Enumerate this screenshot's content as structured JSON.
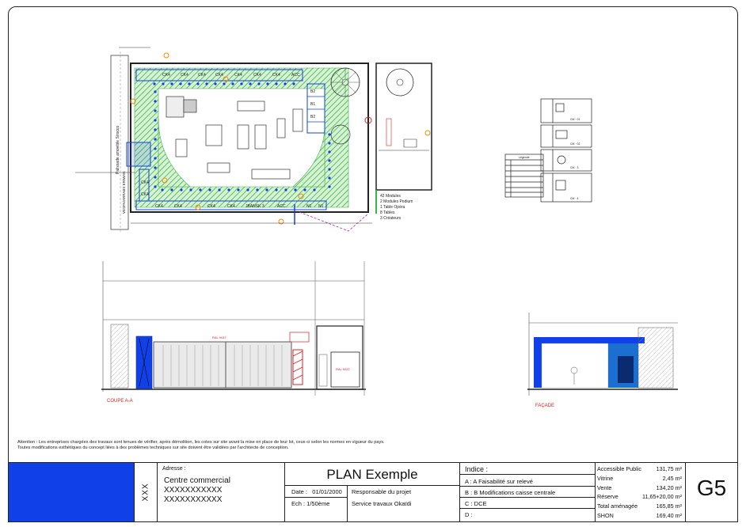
{
  "plan": {
    "zones_top": [
      "CK4",
      "CK4",
      "CK4",
      "CK4",
      "CK4",
      "CK4",
      "CK4",
      "ACC"
    ],
    "zones_bottom": [
      "CK4",
      "CK4",
      "CK4",
      "CK4",
      "JBANSK 3",
      "ACC",
      "N1",
      "N1"
    ],
    "zones_right": [
      "B2",
      "B1",
      "B2"
    ],
    "zones_left": [
      "CK4",
      "CK4"
    ],
    "left_label_1": "Palissade amovible Sirocco",
    "left_label_2": "VESPA/ARRABS ERIWAN",
    "legend": [
      "42 Modules",
      "2 Modules Podium",
      "1 Table Opéra",
      "8 Tables",
      "3 Créateurs"
    ]
  },
  "details": {
    "labels": [
      "CM · 01",
      "CM · 02",
      "CM · 3",
      "CM · 4"
    ],
    "table_header": "Légende"
  },
  "section_left": {
    "caption": "COUPE A-A",
    "ral_1": "RAL 9047",
    "ral_2": "RAL 9022"
  },
  "section_right": {
    "caption": "FAÇADE"
  },
  "note": {
    "line1": "Attention : Les entreprises chargées des travaux sont tenues de vérifier, après démolition, les cotes sur site avant la mise en place de leur lot, ceux-ci selon les normes en vigueur du pays.",
    "line2": "Toutes modifications esthétiques du concept liées à des problèmes techniques sur site doivent être validées par l'architecte de conception."
  },
  "titleblock": {
    "xxx": "XXX",
    "address_label": "Adresse :",
    "address_lines": [
      "Centre commercial",
      "XXXXXXXXXXX",
      "XXXXXXXXXXX"
    ],
    "plan_title": "PLAN Exemple",
    "date_label": "Date :",
    "date_value": "01/01/2000",
    "scale": "Ech : 1/50ème",
    "resp_label": "Responsable du projet",
    "resp_value": "Service travaux Okaïdi",
    "index_title": "Indice :",
    "index_items": [
      "A : A Faisabilité sur relevé",
      "B : B Modifications caisse centrale",
      "C : DCE",
      "D :"
    ],
    "surfaces": [
      {
        "label": "Accessible Public",
        "value": "131,75 m²"
      },
      {
        "label": "Vitrine",
        "value": "2,45 m²"
      },
      {
        "label": "Vente",
        "value": "134,20 m²"
      },
      {
        "label": "Réserve",
        "value": "11,65+20,00 m²"
      },
      {
        "label": "Total aménagée",
        "value": "165,85 m²"
      },
      {
        "label": "SHON",
        "value": "169,40 m²"
      }
    ],
    "code": "G5"
  },
  "colors": {
    "hatch_green": "#3cb44a",
    "accent_blue": "#1040e8",
    "red": "#e02020",
    "orange": "#f08a00"
  }
}
